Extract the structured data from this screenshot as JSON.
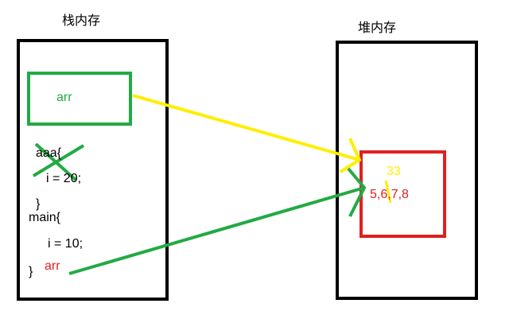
{
  "stack": {
    "title": "栈内存",
    "arr_box_label": "arr",
    "method_aaa": "aaa{",
    "aaa_body": "i  =  20;",
    "aaa_close": "}",
    "method_main": "main{",
    "main_body": "i    =   10;",
    "main_close": "}",
    "main_arr_label": "arr"
  },
  "heap": {
    "title": "堆内存",
    "updated_value": "33",
    "array_values": "5,6,7,8"
  },
  "colors": {
    "frame": "#000000",
    "stack_ref_box": "#22aa44",
    "heap_object_box": "#e02020",
    "yellow_arrow": "#ffee00",
    "green_arrow": "#22aa44",
    "red_text": "#e02020"
  }
}
